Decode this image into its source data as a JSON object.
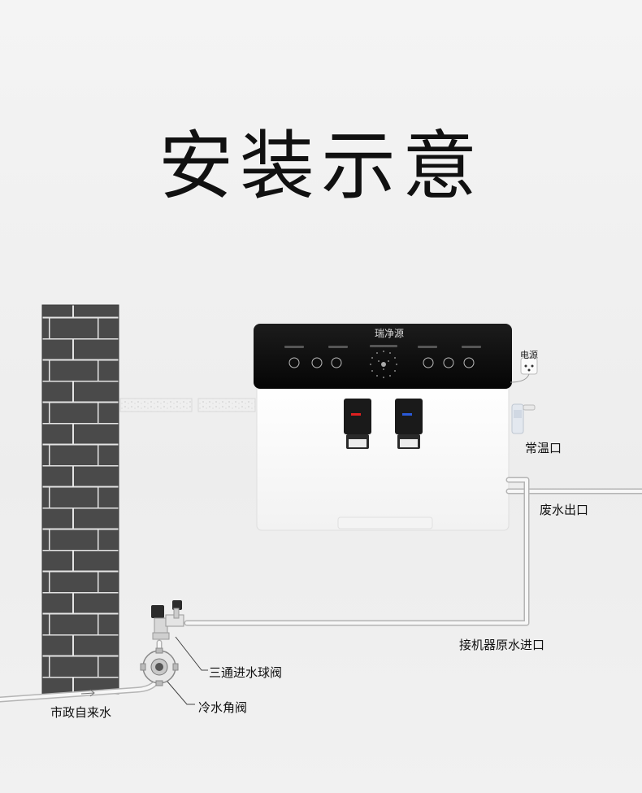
{
  "title": "安装示意",
  "device": {
    "brand": "瑞净源"
  },
  "labels": {
    "power": "电源",
    "normal_temp_outlet": "常温口",
    "waste_outlet": "废水出口",
    "raw_water_inlet": "接机器原水进口",
    "three_way_valve": "三通进水球阀",
    "cold_angle_valve": "冷水角阀",
    "tap_water": "市政自来水"
  }
}
